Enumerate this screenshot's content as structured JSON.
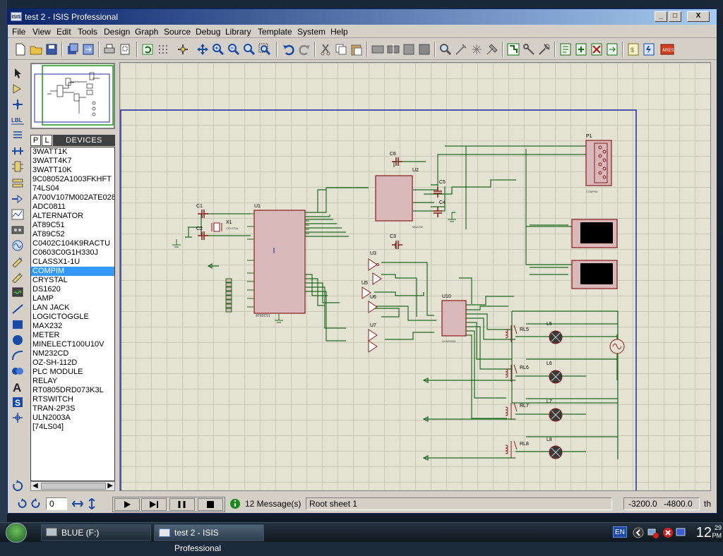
{
  "window": {
    "icon_label": "ISIS",
    "title": "test 2 - ISIS Professional",
    "controls": [
      "_",
      "□",
      "X"
    ]
  },
  "menu": [
    "File",
    "View",
    "Edit",
    "Tools",
    "Design",
    "Graph",
    "Source",
    "Debug",
    "Library",
    "Template",
    "System",
    "Help"
  ],
  "device_panel": {
    "tab_p": "P",
    "tab_l": "L",
    "header": "DEVICES",
    "items": [
      "3WATT1K",
      "3WATT4K7",
      "3WATT10K",
      "9C08052A1003FKHFT",
      "74LS04",
      "A700V107M002ATE028",
      "ADC0811",
      "ALTERNATOR",
      "AT89C51",
      "AT89C52",
      "C0402C104K9RACTU",
      "C0603C0G1H330J",
      "CLASSX1-1U",
      "COMPIM",
      "CRYSTAL",
      "DS1620",
      "LAMP",
      "LAN JACK",
      "LOGICTOGGLE",
      "MAX232",
      "METER",
      "MINELECT100U10V",
      "NM232CD",
      "OZ-SH-112D",
      "PLC MODULE",
      "RELAY",
      "RT0805DRD073K3L",
      "RTSWITCH",
      "TRAN-2P3S",
      "ULN2003A",
      "[74LS04]"
    ],
    "selected_index": 13
  },
  "schematic": {
    "components": {
      "u1": "U1",
      "u2": "U2",
      "u3": "U3",
      "u5": "U5",
      "u6": "U6",
      "u7": "U7",
      "u10": "U10",
      "c1": "C1",
      "c2": "C2",
      "c3": "C3",
      "c4": "C4",
      "c5": "C5",
      "c6": "C6",
      "x1": "X1",
      "p1": "P1",
      "rl5": "RL5",
      "rl6": "RL6",
      "rl7": "RL7",
      "rl8": "RL8",
      "l5": "L5",
      "l6": "L6",
      "l7": "L7",
      "l8": "L8"
    },
    "sublabels": {
      "u2": "MAX232",
      "p1": "COMPIM",
      "u10": "ULN2003A",
      "u1": "AT89C51",
      "x1": "CRYSTAL"
    }
  },
  "status": {
    "frame_value": "0",
    "messages": "12 Message(s)",
    "sheet": "Root sheet 1",
    "coord_x": "-3200.0",
    "coord_y": "-4800.0",
    "units": "th"
  },
  "taskbar": {
    "tasks": [
      "BLUE (F:)",
      "test 2 - ISIS Professional"
    ],
    "lang": "EN",
    "clock": "12",
    "clock_suffix": "PM",
    "clock_min": "29"
  },
  "colors": {
    "canvas_bg": "#e4e3d3",
    "wire": "#1f6b1f",
    "component_fill": "#d8b8b8",
    "component_border": "#8b1a1a",
    "sheet_border": "#1c2aa8",
    "selection": "#3399ff"
  }
}
